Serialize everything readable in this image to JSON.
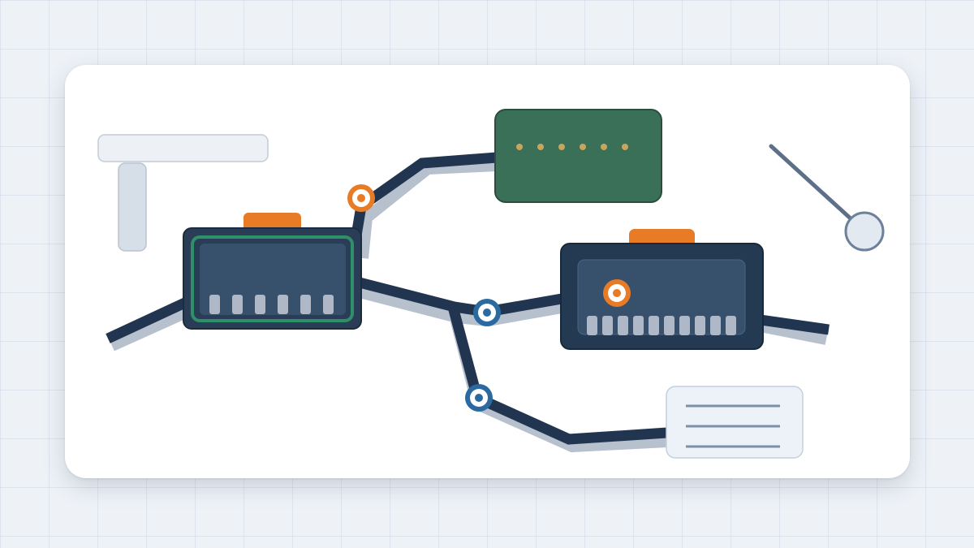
{
  "colors": {
    "background": "#eef2f7",
    "card": "#ffffff",
    "cable": "#213550",
    "cable_shadow": "#b7c1cd",
    "device_body": "#2a3d56",
    "device_panel": "#37506b",
    "device_accent_green": "#2f8f68",
    "port": "#aeb8c6",
    "tab_orange": "#e87b25",
    "module_green": "#3a7058",
    "module_dots": "#c9a45c",
    "marker_orange": "#e87b25",
    "marker_blue": "#2a6aa0",
    "probe": "#5d7088",
    "probe_tip": "#e3e9f1",
    "label_card": "#edf2f8",
    "label_lines": "#7b90a9",
    "bracket": "#dde4ec"
  },
  "icons": [
    "network-switch-icon",
    "network-switch-large-icon",
    "green-module-icon",
    "connection-point-icon",
    "probe-icon",
    "label-card-icon",
    "bracket-icon"
  ],
  "diagram": {
    "left_switch_ports": 6,
    "right_switch_ports": 10,
    "module_dots": 6,
    "label_card_lines": 3,
    "markers": [
      "orange",
      "blue",
      "blue",
      "orange"
    ]
  }
}
